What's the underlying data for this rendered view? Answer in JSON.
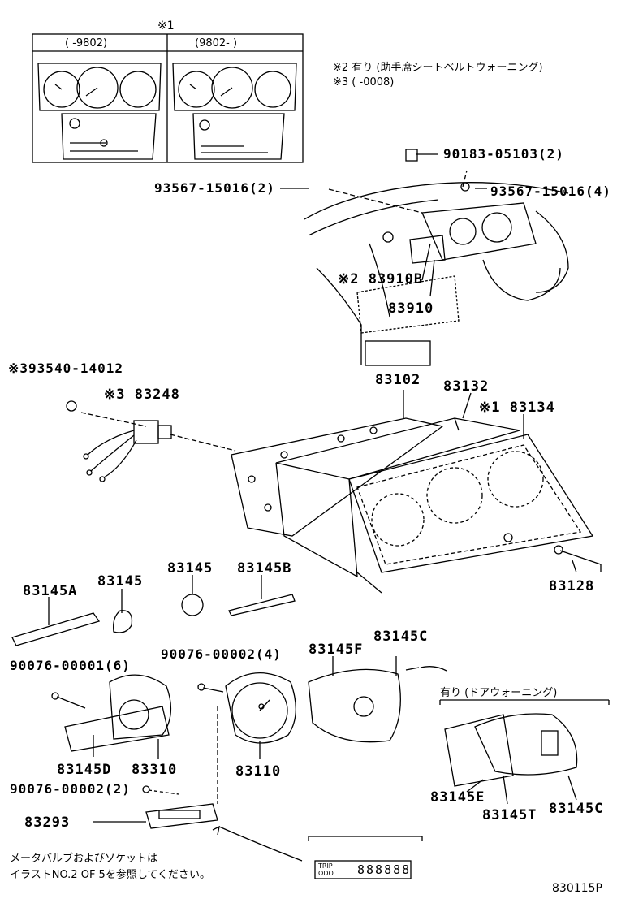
{
  "inset": {
    "mark": "※1",
    "left_label": "(   -9802)",
    "right_label": "(9802-    )"
  },
  "notes": {
    "note2": "※2 有り (助手席シートベルトウォーニング)",
    "note3": "※3 (    -0008)",
    "door_warning": "有り (ドアウォーニング)",
    "bulb_line1": "メータバルブおよびソケットは",
    "bulb_line2": "イラストNO.2 OF 5を参照してください。",
    "odo_trip": "TRIP",
    "odo_odo": "ODO",
    "odo_digits": "888888",
    "figure_code": "830115P"
  },
  "parts": {
    "p90183": "90183-05103(2)",
    "p93567_l": "93567-15016(2)",
    "p93567_r": "93567-15016(4)",
    "p83910b": "※2 83910B",
    "p83910": "83910",
    "p93540": "※393540-14012",
    "p83248": "※3 83248",
    "p83102": "83102",
    "p83132": "83132",
    "p83134": "※1 83134",
    "p83145a": "83145A",
    "p83145_1": "83145",
    "p83145_2": "83145",
    "p83145b": "83145B",
    "p83128": "83128",
    "p83145f": "83145F",
    "p83145c": "83145C",
    "p90076_1": "90076-00001(6)",
    "p90076_2": "90076-00002(4)",
    "p83145d": "83145D",
    "p83310": "83310",
    "p83110": "83110",
    "p90076_3": "90076-00002(2)",
    "p83293": "83293",
    "p83145e": "83145E",
    "p83145t": "83145T",
    "p83145c2": "83145C"
  }
}
